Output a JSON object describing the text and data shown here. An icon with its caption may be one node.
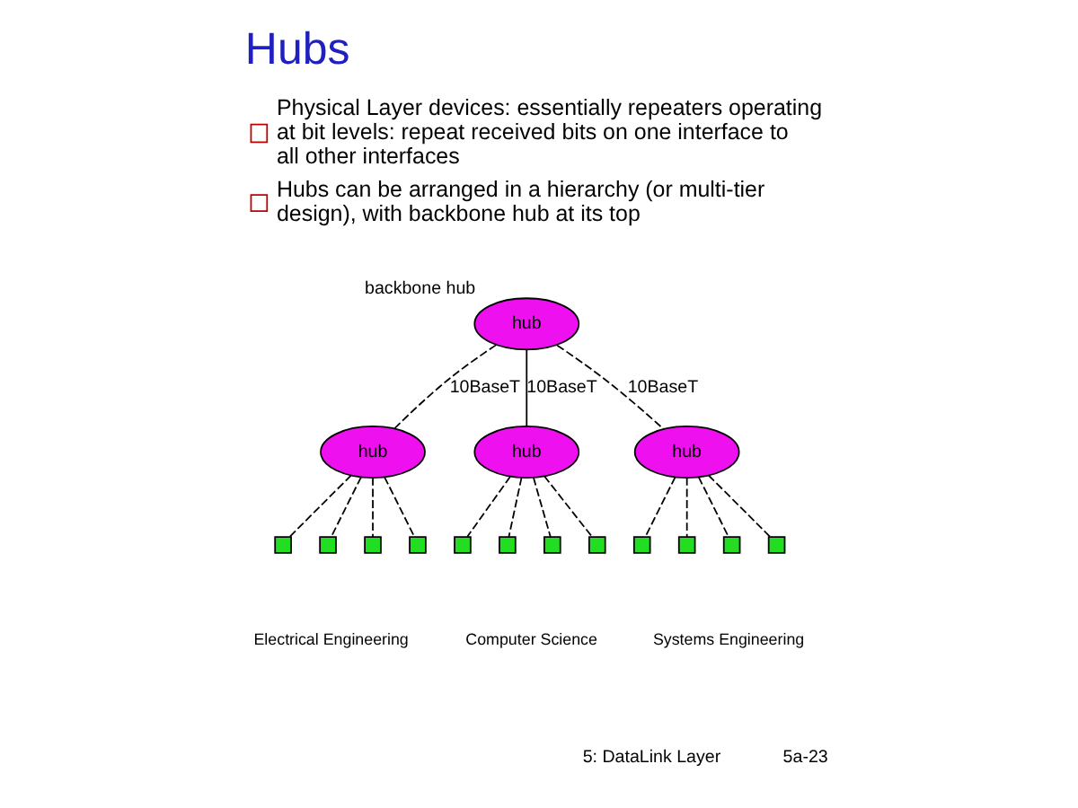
{
  "diagram": {
    "title": "Hubs",
    "nodes": [
      {
        "text": [
          "hub"
        ],
        "beside": [
          "backbone hub"
        ]
      },
      {
        "text": [
          "hub"
        ]
      },
      {
        "text": [
          "hub"
        ]
      },
      {
        "text": [
          "hub"
        ]
      },
      {
        "text": [],
        "shape": "box"
      },
      {
        "text": [],
        "shape": "box"
      },
      {
        "text": [],
        "shape": "box"
      },
      {
        "text": [],
        "shape": "box"
      },
      {
        "text": [],
        "shape": "box"
      },
      {
        "text": [],
        "shape": "box"
      },
      {
        "text": [],
        "shape": "box"
      },
      {
        "text": [],
        "shape": "box"
      },
      {
        "text": [],
        "shape": "box"
      },
      {
        "text": [],
        "shape": "box"
      },
      {
        "text": [],
        "shape": "box"
      },
      {
        "text": [],
        "shape": "box"
      }
    ],
    "edges": [
      {
        "from": 0,
        "to": 1,
        "arrow": "none",
        "label": "10BaseT",
        "style": "dashed"
      },
      {
        "from": 0,
        "to": 2,
        "arrow": "none",
        "label": "10BaseT"
      },
      {
        "from": 0,
        "to": 3,
        "arrow": "none",
        "label": "10BaseT",
        "style": "dashed"
      },
      {
        "from": 1,
        "to": 4,
        "arrow": "none",
        "style": "dashed"
      },
      {
        "from": 1,
        "to": 5,
        "arrow": "none",
        "style": "dashed"
      },
      {
        "from": 1,
        "to": 6,
        "arrow": "none",
        "style": "dashed"
      },
      {
        "from": 1,
        "to": 7,
        "arrow": "none",
        "style": "dashed"
      },
      {
        "from": 2,
        "to": 8,
        "arrow": "none",
        "style": "dashed"
      },
      {
        "from": 2,
        "to": 9,
        "arrow": "none",
        "style": "dashed"
      },
      {
        "from": 2,
        "to": 10,
        "arrow": "none",
        "style": "dashed"
      },
      {
        "from": 2,
        "to": 11,
        "arrow": "none",
        "style": "dashed"
      },
      {
        "from": 3,
        "to": 12,
        "arrow": "none",
        "style": "dashed"
      },
      {
        "from": 3,
        "to": 13,
        "arrow": "none",
        "style": "dashed"
      },
      {
        "from": 3,
        "to": 14,
        "arrow": "none",
        "style": "dashed"
      },
      {
        "from": 3,
        "to": 15,
        "arrow": "none",
        "style": "dashed"
      }
    ],
    "labels": [
      "Physical Layer devices: essentially repeaters operating at bit levels: repeat received bits on one interface to all other interfaces",
      "Hubs can be arranged in a hierarchy (or multi-tier design), with backbone hub at its top",
      "Electrical Engineering",
      "Computer Science",
      "Systems Engineering",
      "5: DataLink Layer",
      "5a-23"
    ]
  }
}
